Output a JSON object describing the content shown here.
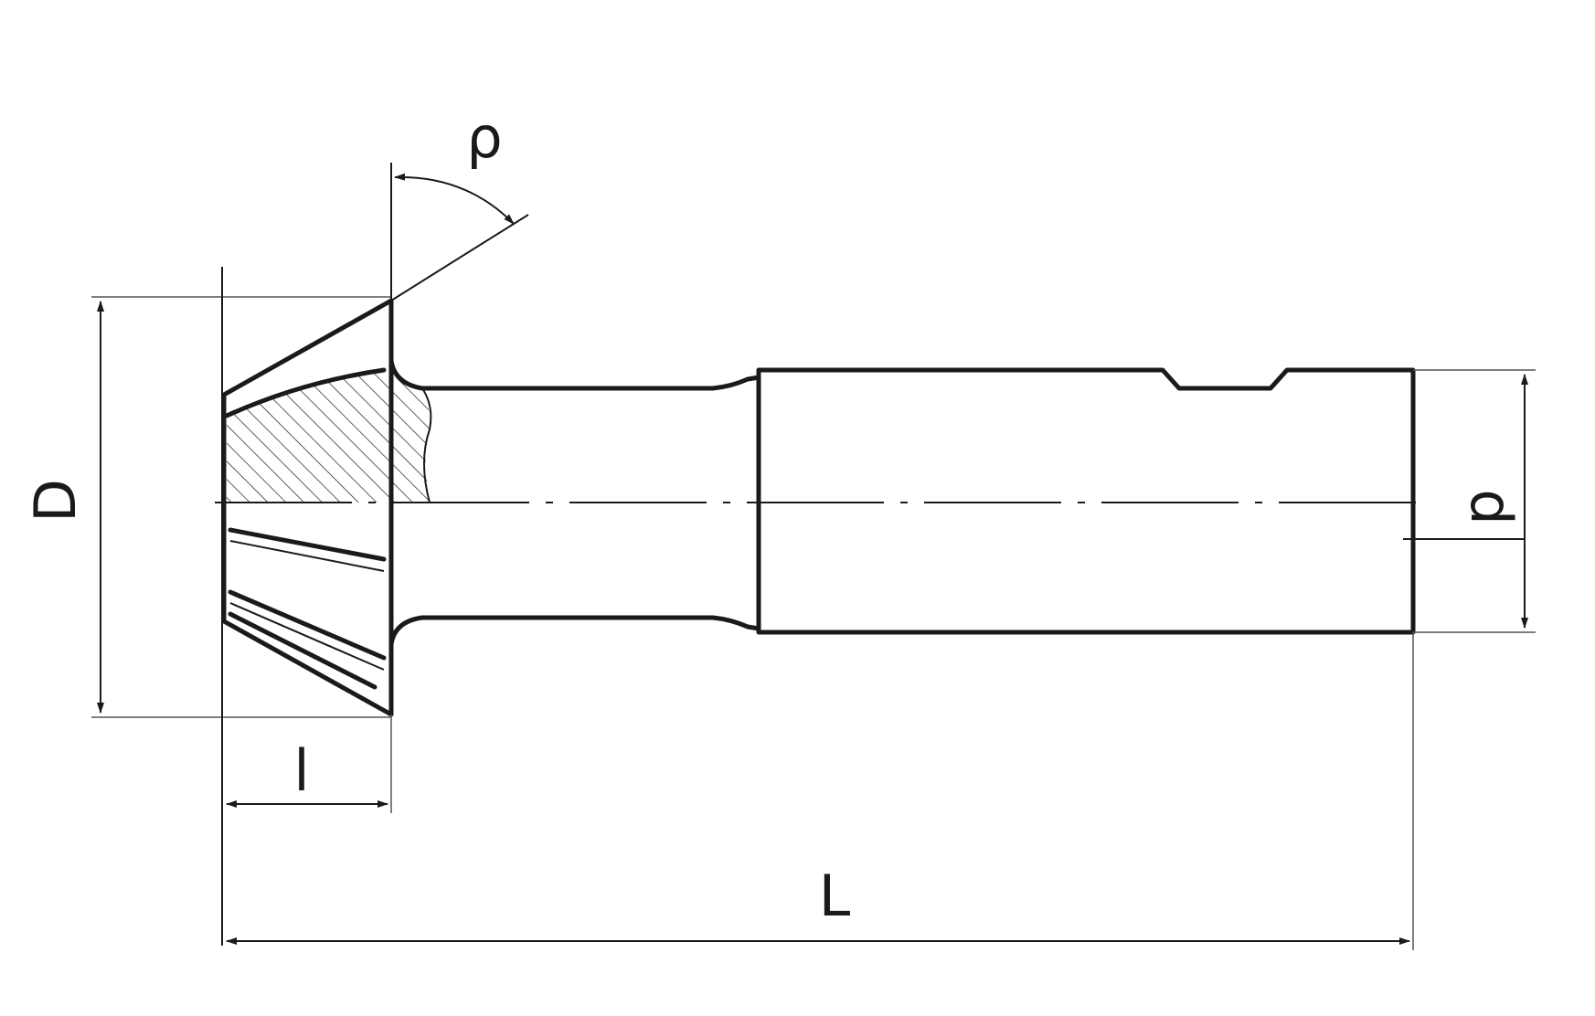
{
  "labels": {
    "angle": "ρ",
    "outer_diameter": "D",
    "shank_diameter": "d",
    "head_length": "l",
    "total_length": "L"
  },
  "colors": {
    "line": "#1a1a1a",
    "background": "#ffffff"
  }
}
